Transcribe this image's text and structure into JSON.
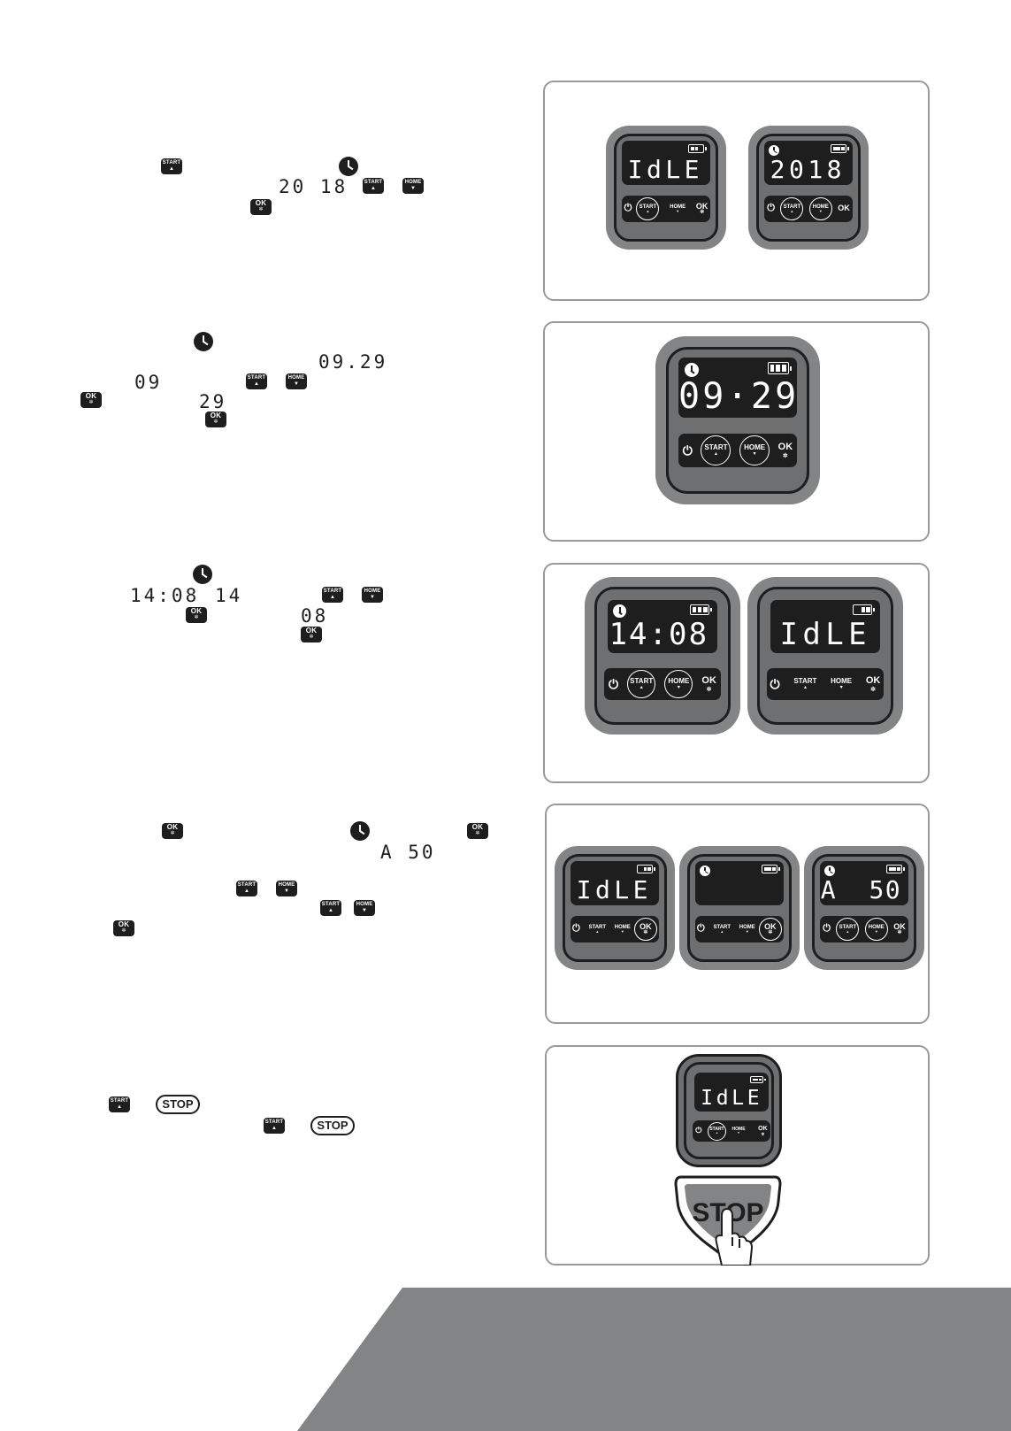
{
  "inline_icons": {
    "start_label": "START",
    "home_label": "HOME",
    "ok_label": "OK",
    "stop_label": "STOP",
    "arrow_up": "▲",
    "arrow_down": "▼",
    "gear": "✲"
  },
  "inline_readouts": {
    "year": "20 18",
    "time_0929": "09.29",
    "hours_09": "09",
    "minutes_29": "29",
    "time_1408": "14:08",
    "hours_14": "14",
    "minutes_08": "08",
    "a_50": "A  50"
  },
  "device_labels": {
    "start": "START",
    "home": "HOME",
    "ok": "OK",
    "power": "⏻",
    "up": "▲",
    "down": "▼",
    "gear": "✲"
  },
  "figures": {
    "fig1": {
      "left_display": "IdLE",
      "right_display": "2018"
    },
    "fig2": {
      "display": "09·29"
    },
    "fig3": {
      "left_display": "14:08",
      "right_display": "IdLE"
    },
    "fig4": {
      "left_display": "IdLE",
      "middle_display": "",
      "right_display": "A  50"
    },
    "fig5": {
      "display": "IdLE",
      "stop_sign": "STOP"
    }
  },
  "colors": {
    "device_gray": "#838486",
    "band_gray": "#838486",
    "ink": "#1e1e1e",
    "frame": "#9a9a9a"
  }
}
